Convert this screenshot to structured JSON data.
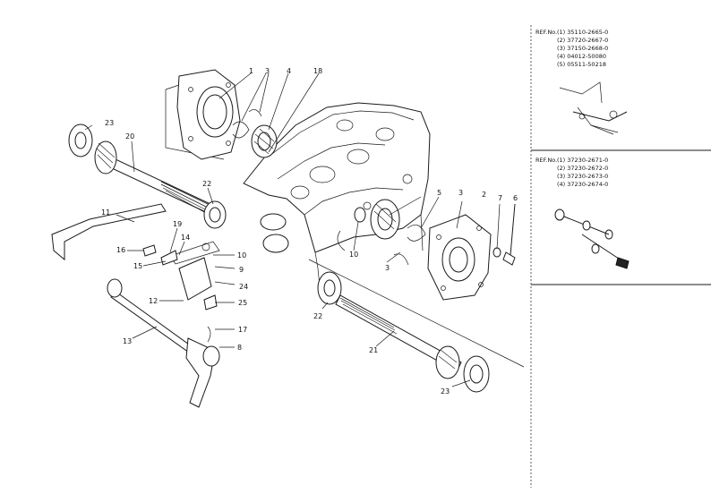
{
  "callouts": {
    "c1": "1",
    "c2": "2",
    "c3a": "3",
    "c3b": "3",
    "c3c": "3",
    "c4": "4",
    "c5": "5",
    "c6": "6",
    "c7": "7",
    "c8": "8",
    "c9": "9",
    "c10a": "10",
    "c10b": "10",
    "c11": "11",
    "c12": "12",
    "c13": "13",
    "c14": "14",
    "c15": "15",
    "c16": "16",
    "c17": "17",
    "c18": "18",
    "c19": "19",
    "c20": "20",
    "c21": "21",
    "c22a": "22",
    "c22b": "22",
    "c23a": "23",
    "c23b": "23",
    "c24": "24",
    "c25": "25"
  },
  "ref_boxes": [
    {
      "label": "REF.No.",
      "lines": [
        "(1) 35110-2665-0",
        "(2) 37720-2667-0",
        "(3) 37150-2668-0",
        "(4) 04012-50080",
        "(5) 05511-50218"
      ]
    },
    {
      "label": "REF.No.",
      "lines": [
        "(1) 37230-2671-0",
        "(2) 37230-2672-0",
        "(3) 37230-2673-0",
        "(4) 37230-2674-0"
      ]
    }
  ]
}
